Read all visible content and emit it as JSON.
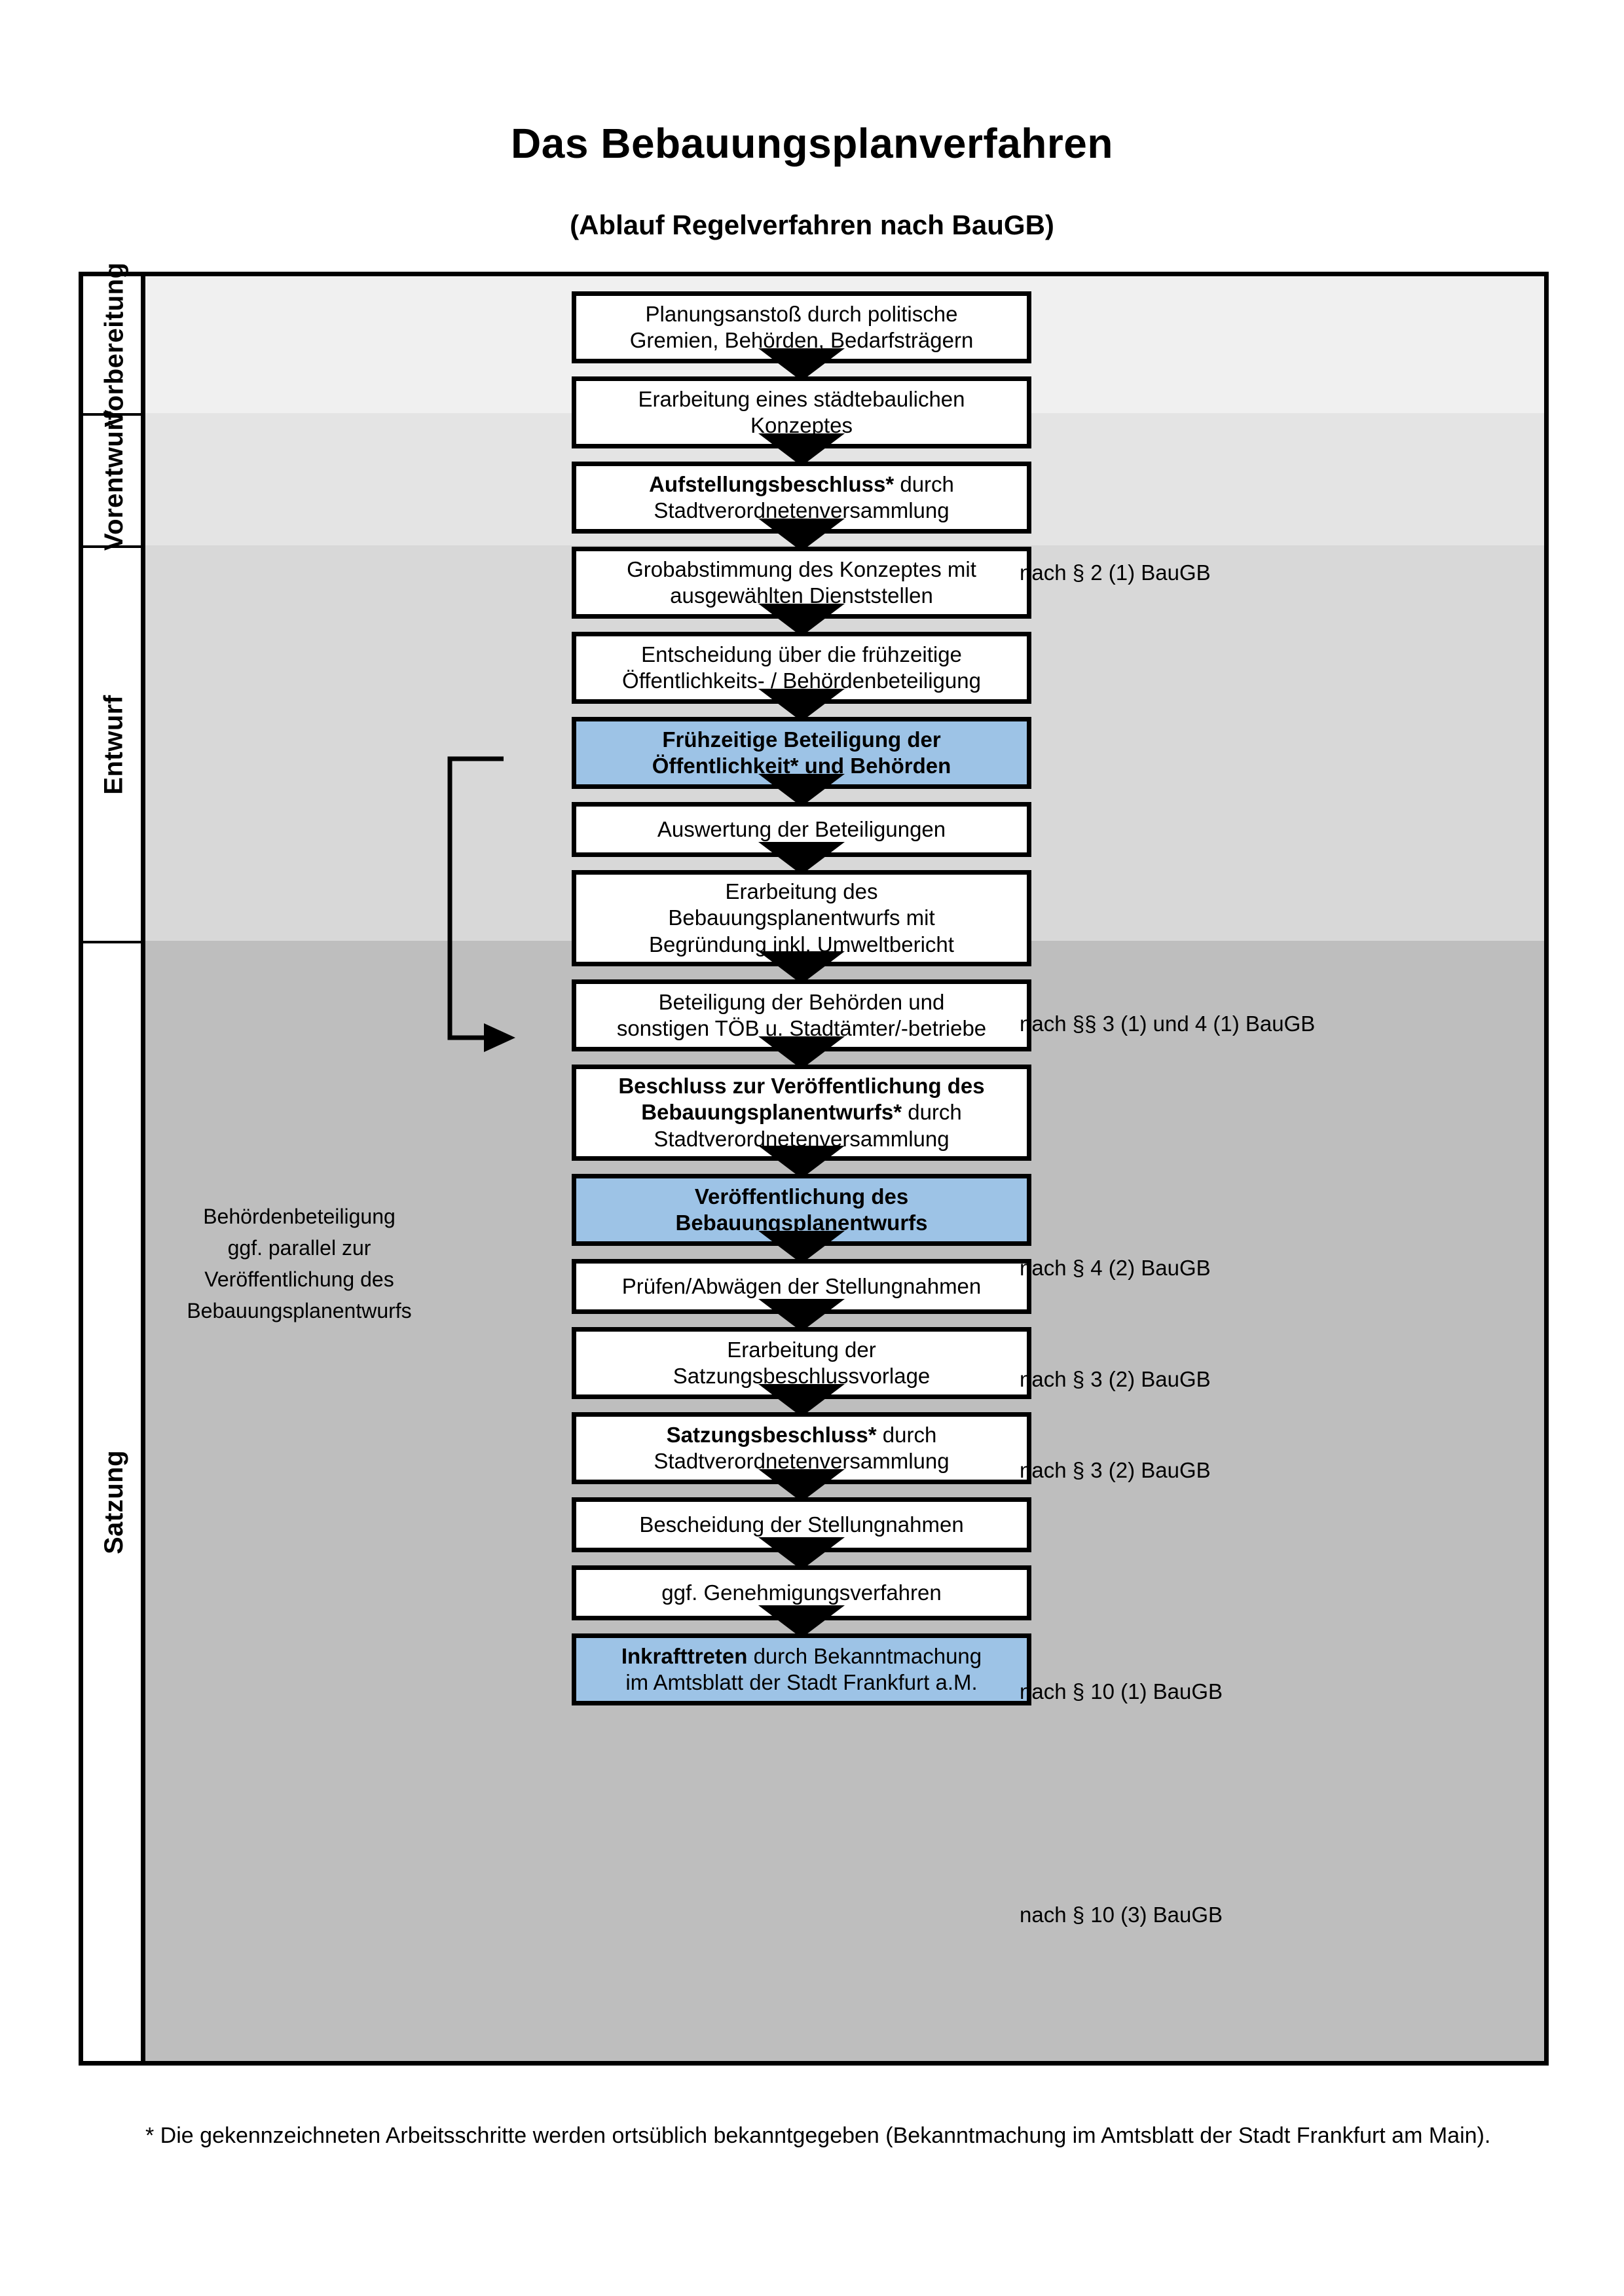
{
  "header": {
    "title": "Das Bebauungsplanverfahren",
    "subtitle": "(Ablauf Regelverfahren nach BauGB)"
  },
  "colors": {
    "highlight_blue": "#9dc3e6",
    "band_vorbereitung": "#f0f0f0",
    "band_vorentwurf": "#e4e4e4",
    "band_entwurf": "#d8d8d8",
    "band_satzung": "#bebebe",
    "box_white": "#ffffff",
    "border_black": "#000000"
  },
  "phases": [
    {
      "label": "Vorbereitung"
    },
    {
      "label": "Vorentwurf"
    },
    {
      "label": "Entwurf"
    },
    {
      "label": "Satzung"
    }
  ],
  "steps": [
    {
      "id": "planungsanstoss",
      "line1": "Planungsanstoß durch politische",
      "line2": "Gremien, Behörden, Bedarfsträgern",
      "bold_prefix": "",
      "highlight": false
    },
    {
      "id": "staedtebau-konzept",
      "line1": "Erarbeitung eines städtebaulichen",
      "line2": "Konzeptes",
      "bold_prefix": "",
      "highlight": false
    },
    {
      "id": "aufstellungsbeschluss",
      "line1": "Aufstellungsbeschluss* durch",
      "line2": "Stadtverordnetenversammlung",
      "bold_prefix": "Aufstellungsbeschluss*",
      "highlight": false
    },
    {
      "id": "grobabstimmung",
      "line1": "Grobabstimmung des Konzeptes mit",
      "line2": "ausgewählten Dienststellen",
      "bold_prefix": "",
      "highlight": false
    },
    {
      "id": "entscheidung-fruehzeitig",
      "line1": "Entscheidung über die frühzeitige",
      "line2": "Öffentlichkeits- / Behördenbeteiligung",
      "bold_prefix": "",
      "highlight": false
    },
    {
      "id": "fruehzeitige-beteiligung",
      "line1": "Frühzeitige Beteiligung der",
      "line2": "Öffentlichkeit* und Behörden",
      "bold_prefix": "ALL",
      "highlight": true
    },
    {
      "id": "auswertung",
      "line1": "Auswertung der Beteiligungen",
      "line2": "",
      "bold_prefix": "",
      "highlight": false
    },
    {
      "id": "erarbeitung-entwurf",
      "line1": "Erarbeitung des",
      "line2": "Bebauungsplanentwurfs mit",
      "line3": "Begründung inkl. Umweltbericht",
      "bold_prefix": "",
      "highlight": false
    },
    {
      "id": "beteiligung-behoerden",
      "line1": "Beteiligung der Behörden und",
      "line2": "sonstigen TÖB u. Stadtämter/-betriebe",
      "bold_prefix": "",
      "highlight": false
    },
    {
      "id": "beschluss-veroeffentlichung",
      "line1": "Beschluss zur Veröffentlichung des",
      "line2": "Bebauungsplanentwurfs* durch",
      "line3": "Stadtverordnetenversammlung",
      "bold_prefix": "Beschluss zur Veröffentlichung des Bebauungsplanentwurfs*",
      "highlight": false
    },
    {
      "id": "veroeffentlichung",
      "line1": "Veröffentlichung des",
      "line2": "Bebauungsplanentwurfs",
      "bold_prefix": "ALL",
      "highlight": true
    },
    {
      "id": "pruefen-abwaegen",
      "line1": "Prüfen/Abwägen der Stellungnahmen",
      "line2": "",
      "bold_prefix": "",
      "highlight": false
    },
    {
      "id": "satzungsbeschlussvorlage",
      "line1": "Erarbeitung der",
      "line2": "Satzungsbeschlussvorlage",
      "bold_prefix": "",
      "highlight": false
    },
    {
      "id": "satzungsbeschluss",
      "line1": "Satzungsbeschluss* durch",
      "line2": "Stadtverordnetenversammlung",
      "bold_prefix": "Satzungsbeschluss*",
      "highlight": false
    },
    {
      "id": "bescheidung",
      "line1": "Bescheidung der Stellungnahmen",
      "line2": "",
      "bold_prefix": "",
      "highlight": false
    },
    {
      "id": "genehmigungsverfahren",
      "line1": "ggf. Genehmigungsverfahren",
      "line2": "",
      "bold_prefix": "",
      "highlight": false
    },
    {
      "id": "inkrafttreten",
      "line1": "Inkrafttreten durch Bekanntmachung",
      "line2": "im Amtsblatt der Stadt Frankfurt a.M.",
      "bold_prefix": "Inkrafttreten",
      "highlight": true
    }
  ],
  "legal_refs": [
    {
      "id": "ref-2-1",
      "text": "nach § 2 (1) BauGB"
    },
    {
      "id": "ref-3-1-4-1",
      "text": "nach §§ 3 (1) und 4 (1) BauGB"
    },
    {
      "id": "ref-4-2",
      "text": "nach § 4 (2) BauGB"
    },
    {
      "id": "ref-3-2-a",
      "text": "nach § 3 (2) BauGB"
    },
    {
      "id": "ref-3-2-b",
      "text": "nach § 3 (2) BauGB"
    },
    {
      "id": "ref-10-1",
      "text": "nach § 10 (1) BauGB"
    },
    {
      "id": "ref-10-3",
      "text": "nach § 10 (3) BauGB"
    }
  ],
  "annotation": {
    "line1": "Behördenbeteiligung",
    "line2": "ggf. parallel zur",
    "line3": "Veröffentlichung des",
    "line4": "Bebauungsplanentwurfs"
  },
  "footnote": {
    "text": "* Die gekennzeichneten Arbeitsschritte werden ortsüblich bekanntgegeben (Bekanntmachung im Amtsblatt  der Stadt Frankfurt am Main)."
  }
}
